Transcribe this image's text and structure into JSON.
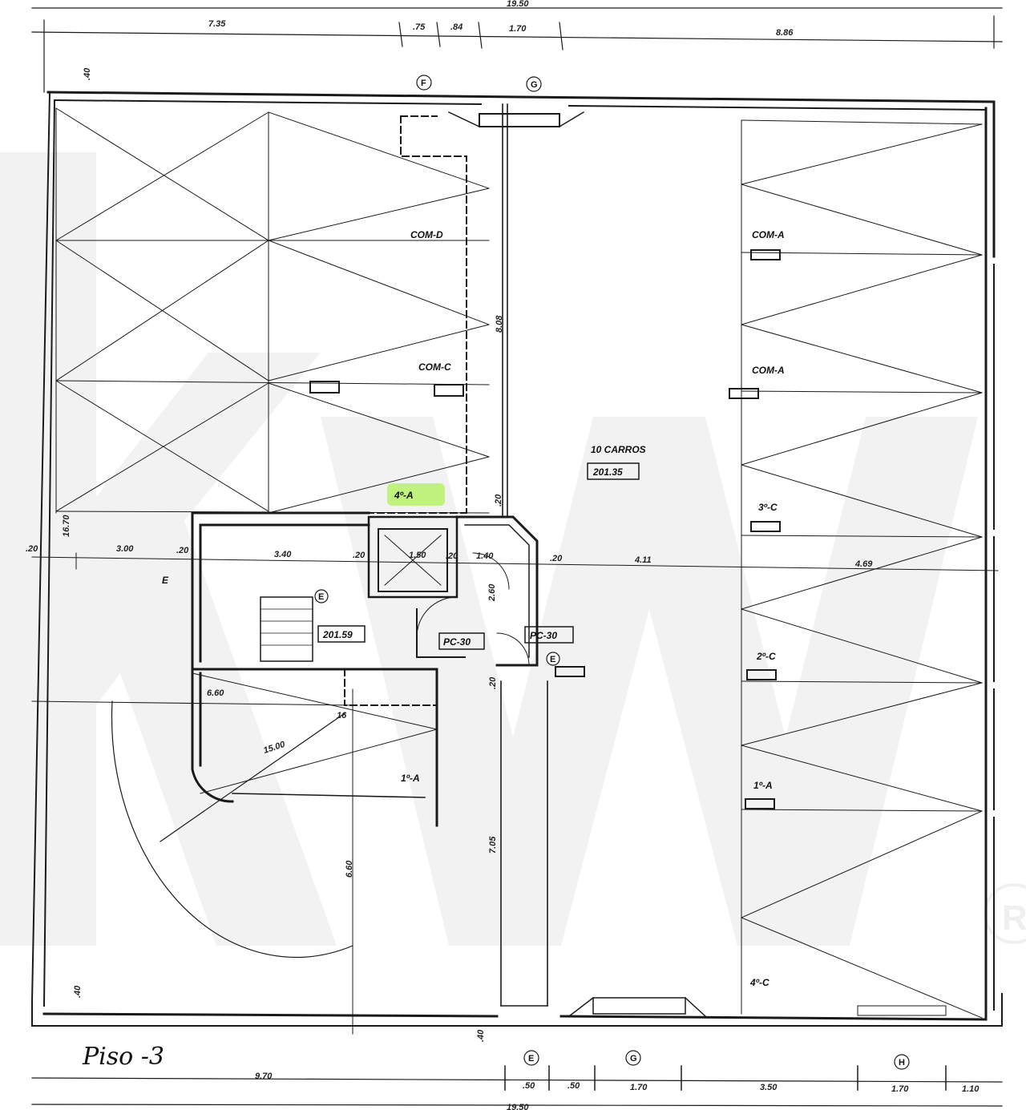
{
  "watermark": {
    "text": "KW",
    "reg": "R"
  },
  "title": "Piso -3",
  "dims_top": {
    "total": "19.50",
    "a": "7.35",
    "b": ".75",
    "c": ".84",
    "d": "1.70",
    "e": "8.86"
  },
  "dims_bottom": {
    "total": "19.50",
    "a": "9.70",
    "b": ".50",
    "c": ".50",
    "d": "1.70",
    "e": "3.50",
    "f": "1.70",
    "g": "1.10"
  },
  "dims_mid": {
    "a": ".20",
    "b": "3.00",
    "c": ".20",
    "d": "3.40",
    "e": ".20",
    "f": "1.50",
    "g": ".20",
    "h": "1.40",
    "i": ".20",
    "j": "4.11",
    "k": "4.69"
  },
  "dims_vert": {
    "left": "16.70",
    "top": ".40",
    "bottom": ".40",
    "b2": ".40",
    "corridor_top": "8.08",
    "corridor_mid": ".20",
    "corridor_low": "7.05",
    "ramp": "6.60",
    "lobby": "2.60",
    "mid20": ".20",
    "small": ".20"
  },
  "dims_misc": {
    "ramp_w": "6.60",
    "radius": "15.00",
    "angle": "16"
  },
  "grid": {
    "F": "F",
    "G": "G",
    "E": "E",
    "Gb": "G",
    "H": "H"
  },
  "labels": {
    "garage": "10 CARROS",
    "garage_area": "201.35",
    "stair_area": "201.59",
    "pc1": "PC-30",
    "pc2": "PC-30",
    "com_d": "COM-D",
    "com_c": "COM-C",
    "com_a1": "COM-A",
    "com_a2": "COM-A",
    "c3": "3º-C",
    "c2": "2º-C",
    "a1_right": "1º-A",
    "c4": "4º-C",
    "a4": "4º-A",
    "a1_left": "1º-A",
    "e_mark": "E",
    "e_small1": "E",
    "e_small2": "E"
  },
  "colors": {
    "ink": "#1a1a1a",
    "highlight": "#b9f26a"
  }
}
